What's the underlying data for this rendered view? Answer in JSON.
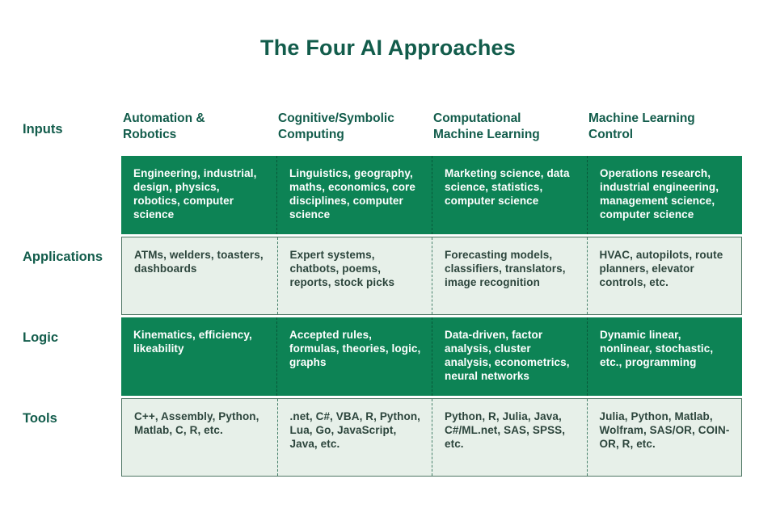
{
  "title": "The Four AI Approaches",
  "chart_data": {
    "type": "table",
    "title": "The Four AI Approaches",
    "columns": [
      "Automation &\nRobotics",
      "Cognitive/Symbolic\nComputing",
      "Computational\nMachine Learning",
      "Machine Learning\nControl"
    ],
    "row_headers": [
      "Inputs",
      "Applications",
      "Logic",
      "Tools"
    ],
    "rows": [
      {
        "label": "Inputs",
        "style": "dark",
        "cells": [
          "Engineering, industrial, design, physics, robotics, computer science",
          "Linguistics, geography, maths, economics, core disciplines, computer science",
          "Marketing science, data science, statistics, computer science",
          "Operations research, industrial engineering, management science, computer science"
        ]
      },
      {
        "label": "Applications",
        "style": "light",
        "cells": [
          "ATMs, welders, toasters, dashboards",
          "Expert systems, chatbots, poems, reports, stock picks",
          "Forecasting models, classifiers, translators, image recognition",
          "HVAC, autopilots, route planners, elevator controls, etc."
        ]
      },
      {
        "label": "Logic",
        "style": "dark",
        "cells": [
          "Kinematics, efficiency, likeability",
          "Accepted rules, formulas, theories, logic, graphs",
          "Data-driven, factor analysis, cluster analysis, econometrics, neural networks",
          "Dynamic linear, nonlinear, stochastic, etc., programming"
        ]
      },
      {
        "label": "Tools",
        "style": "light",
        "cells": [
          "C++, Assembly, Python, Matlab, C, R, etc.",
          ".net, C#, VBA, R, Python, Lua, Go, JavaScript, Java, etc.",
          "Python, R, Julia, Java, C#/ML.net, SAS, SPSS, etc.",
          "Julia, Python, Matlab, Wolfram, SAS/OR, COIN-OR, R, etc."
        ]
      }
    ]
  },
  "colors": {
    "dark_band": "#0d8355",
    "light_band": "#e7f0e9",
    "heading_text": "#125c4b",
    "light_cell_text": "#2c453c",
    "dark_cell_text": "#ffffff"
  }
}
